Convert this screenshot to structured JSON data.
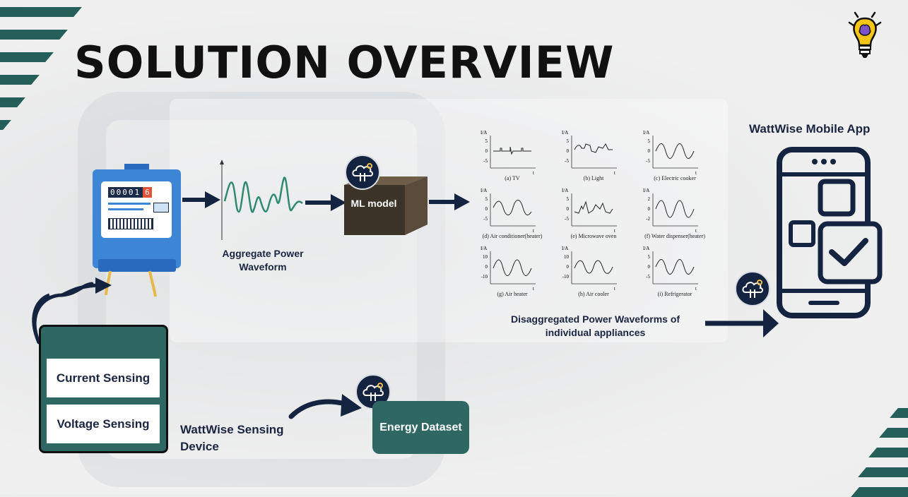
{
  "title": "SOLUTION OVERVIEW",
  "meter": {
    "display_digits": "00001",
    "display_last_digit": "6"
  },
  "aggregate_label": "Aggregate Power Waveform",
  "ml_label": "ML model",
  "waveforms": {
    "caption": "Disaggregated Power Waveforms of individual appliances",
    "axis_label": "I/A",
    "time_label": "t",
    "items": [
      {
        "caption": "(a) TV",
        "ticks": [
          "5",
          "0",
          "-5"
        ]
      },
      {
        "caption": "(b) Light",
        "ticks": [
          "5",
          "0",
          "-5"
        ]
      },
      {
        "caption": "(c) Electric cooker",
        "ticks": [
          "5",
          "0",
          "-5"
        ]
      },
      {
        "caption": "(d) Air conditioner(heater)",
        "ticks": [
          "5",
          "0",
          "-5"
        ]
      },
      {
        "caption": "(e) Microwave oven",
        "ticks": [
          "5",
          "0",
          "-5"
        ]
      },
      {
        "caption": "(f) Water dispenser(heater)",
        "ticks": [
          "2",
          "0",
          "-2"
        ]
      },
      {
        "caption": "(g) Air heater",
        "ticks": [
          "10",
          "0",
          "-10"
        ]
      },
      {
        "caption": "(h) Air cooler",
        "ticks": [
          "10",
          "0",
          "-10"
        ]
      },
      {
        "caption": "(i) Refrigerator",
        "ticks": [
          "5",
          "0",
          "-5"
        ]
      }
    ]
  },
  "mobile_app_label": "WattWise Mobile App",
  "sensing": {
    "current": "Current Sensing",
    "voltage": "Voltage Sensing",
    "device_label": "WattWise Sensing Device"
  },
  "dataset_label": "Energy Dataset",
  "colors": {
    "navy": "#142340",
    "teal": "#2f6762",
    "meter_blue": "#3d86d6"
  },
  "icons": [
    "lightbulb-brain-icon",
    "cloud-gear-icon",
    "smartphone-check-icon",
    "electric-meter-icon"
  ]
}
